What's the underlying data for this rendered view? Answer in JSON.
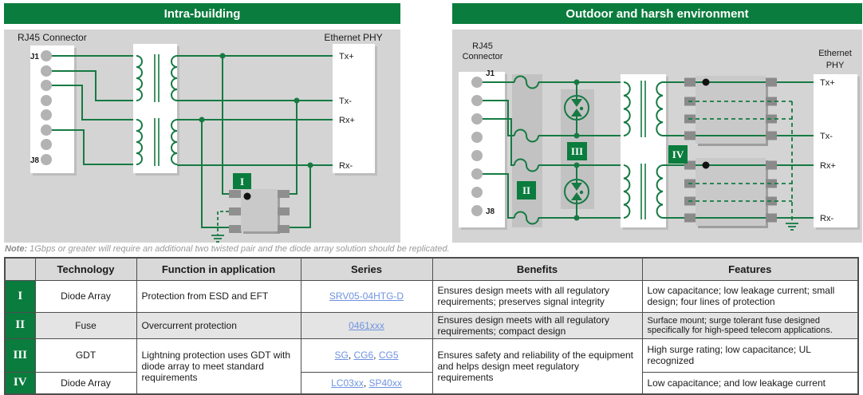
{
  "colors": {
    "green": "#0a7c3d",
    "wire": "#167a43",
    "link": "#6f93e0",
    "panel_bg": "#d4d4d4"
  },
  "left_panel": {
    "title": "Intra-building",
    "connector_label": "RJ45 Connector",
    "pin_first": "J1",
    "pin_last": "J8",
    "phy_label": "Ethernet PHY",
    "signals": [
      "Tx+",
      "Tx-",
      "Rx+",
      "Rx-"
    ],
    "badge_diode_array": "I"
  },
  "right_panel": {
    "title": "Outdoor and harsh environment",
    "connector_label_1": "RJ45",
    "connector_label_2": "Connector",
    "pin_first": "J1",
    "pin_last": "J8",
    "phy_label_1": "Ethernet",
    "phy_label_2": "PHY",
    "signals": [
      "Tx+",
      "Tx-",
      "Rx+",
      "Rx-"
    ],
    "badge_fuse": "II",
    "badge_gdt": "III",
    "badge_diode_array": "IV"
  },
  "note_prefix": "Note:",
  "note_text": " 1Gbps or greater will require an additional two twisted pair and the diode array solution should be replicated.",
  "table": {
    "headers": [
      "",
      "Technology",
      "Function in application",
      "Series",
      "Benefits",
      "Features"
    ],
    "rows": [
      {
        "id": "I",
        "technology": "Diode Array",
        "function": "Protection from ESD and EFT",
        "series": [
          "SRV05-04HTG-D"
        ],
        "benefits": "Ensures design meets with all regulatory requirements; preserves signal integrity",
        "features": "Low capacitance; low leakage current; small design; four lines of protection"
      },
      {
        "id": "II",
        "technology": "Fuse",
        "function": "Overcurrent protection",
        "series": [
          "0461xxx"
        ],
        "benefits": "Ensures design meets with all regulatory requirements; compact design",
        "features": "Surface mount; surge tolerant fuse designed specifically for high-speed telecom applications."
      },
      {
        "id": "III",
        "technology": "GDT",
        "function_merged": "Lightning protection uses GDT with diode array to meet standard requirements",
        "series": [
          "SG",
          "CG6",
          "CG5"
        ],
        "benefits_merged": "Ensures safety and reliability of the equipment and helps design meet regulatory requirements",
        "features": "High surge rating; low capacitance; UL recognized"
      },
      {
        "id": "IV",
        "technology": "Diode Array",
        "series": [
          "LC03xx",
          "SP40xx"
        ],
        "features": "Low capacitance; and low leakage current"
      }
    ]
  }
}
